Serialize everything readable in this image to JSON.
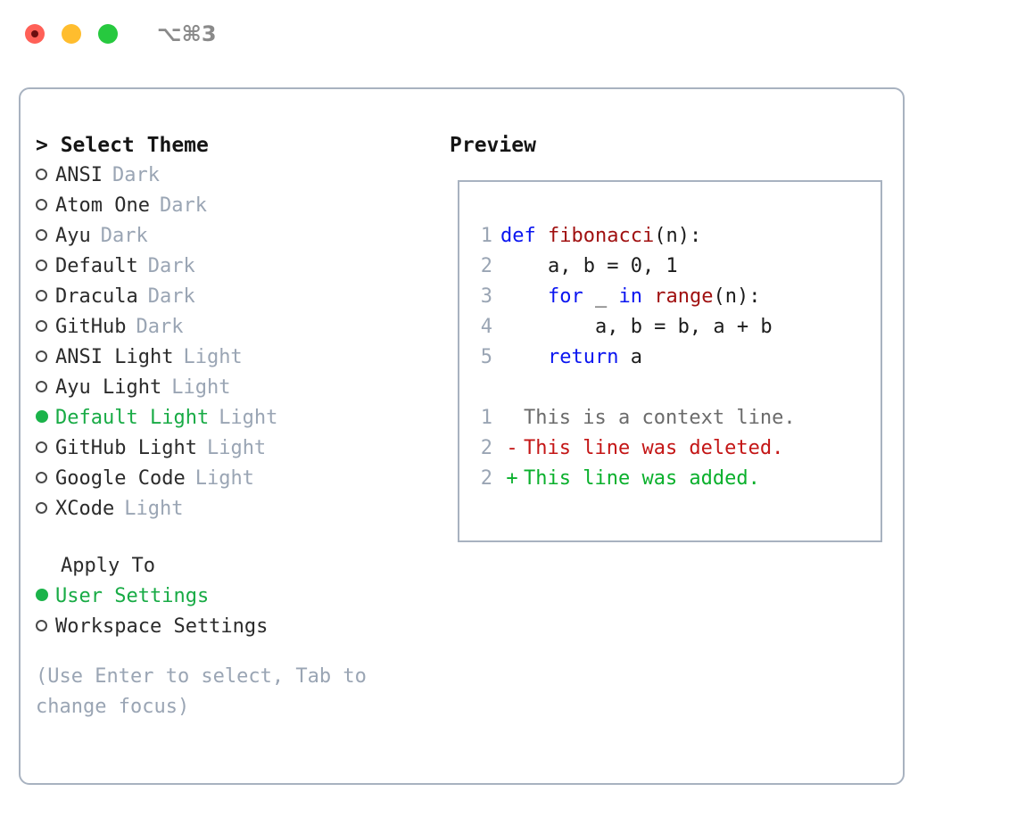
{
  "window": {
    "traffic_lights": [
      {
        "name": "close-button",
        "color": "#ff6057",
        "recording": true
      },
      {
        "name": "minimize-button",
        "color": "#ffbd2e",
        "recording": false
      },
      {
        "name": "maximize-button",
        "color": "#27c93f",
        "recording": false
      }
    ],
    "shortcut": "⌥⌘3"
  },
  "theme_picker": {
    "header": "> Select Theme",
    "items": [
      {
        "label": "ANSI",
        "tag": "Dark",
        "selected": false
      },
      {
        "label": "Atom One",
        "tag": "Dark",
        "selected": false
      },
      {
        "label": "Ayu",
        "tag": "Dark",
        "selected": false
      },
      {
        "label": "Default",
        "tag": "Dark",
        "selected": false
      },
      {
        "label": "Dracula",
        "tag": "Dark",
        "selected": false
      },
      {
        "label": "GitHub",
        "tag": "Dark",
        "selected": false
      },
      {
        "label": "ANSI Light",
        "tag": "Light",
        "selected": false
      },
      {
        "label": "Ayu Light",
        "tag": "Light",
        "selected": false
      },
      {
        "label": "Default Light",
        "tag": "Light",
        "selected": true
      },
      {
        "label": "GitHub Light",
        "tag": "Light",
        "selected": false
      },
      {
        "label": "Google Code",
        "tag": "Light",
        "selected": false
      },
      {
        "label": "XCode",
        "tag": "Light",
        "selected": false
      }
    ]
  },
  "apply_to": {
    "header": "Apply To",
    "items": [
      {
        "label": "User Settings",
        "selected": true
      },
      {
        "label": "Workspace Settings",
        "selected": false
      }
    ]
  },
  "help": {
    "text": "(Use Enter to select, Tab to change focus)"
  },
  "preview": {
    "header": "Preview",
    "code_lines": [
      {
        "no": "1",
        "tokens": [
          {
            "t": "def ",
            "c": "kw"
          },
          {
            "t": "fibonacci",
            "c": "fn"
          },
          {
            "t": "(n):",
            "c": "pl"
          }
        ]
      },
      {
        "no": "2",
        "tokens": [
          {
            "t": "    a, b = 0, 1",
            "c": "pl"
          }
        ]
      },
      {
        "no": "3",
        "tokens": [
          {
            "t": "    ",
            "c": "pl"
          },
          {
            "t": "for",
            "c": "kw"
          },
          {
            "t": " _ ",
            "c": "pl"
          },
          {
            "t": "in",
            "c": "kw"
          },
          {
            "t": " ",
            "c": "pl"
          },
          {
            "t": "range",
            "c": "fn"
          },
          {
            "t": "(n):",
            "c": "pl"
          }
        ]
      },
      {
        "no": "4",
        "tokens": [
          {
            "t": "        a, b = b, a + b",
            "c": "pl"
          }
        ]
      },
      {
        "no": "5",
        "tokens": [
          {
            "t": "    ",
            "c": "pl"
          },
          {
            "t": "return",
            "c": "kw"
          },
          {
            "t": " a",
            "c": "pl"
          }
        ]
      }
    ],
    "diff_lines": [
      {
        "no": "1",
        "marker": " ",
        "kind": "ctx",
        "text": "This is a context line."
      },
      {
        "no": "2",
        "marker": "-",
        "kind": "del",
        "text": "This line was deleted."
      },
      {
        "no": "2",
        "marker": "+",
        "kind": "add",
        "text": "This line was added."
      }
    ]
  },
  "colors": {
    "accent_green": "#18ab45",
    "muted": "#9aa5b4",
    "border": "#a8b2c0",
    "keyword_blue": "#0a15f0",
    "function_red": "#a01010",
    "diff_add": "#0ab02c",
    "diff_del": "#c41616"
  }
}
